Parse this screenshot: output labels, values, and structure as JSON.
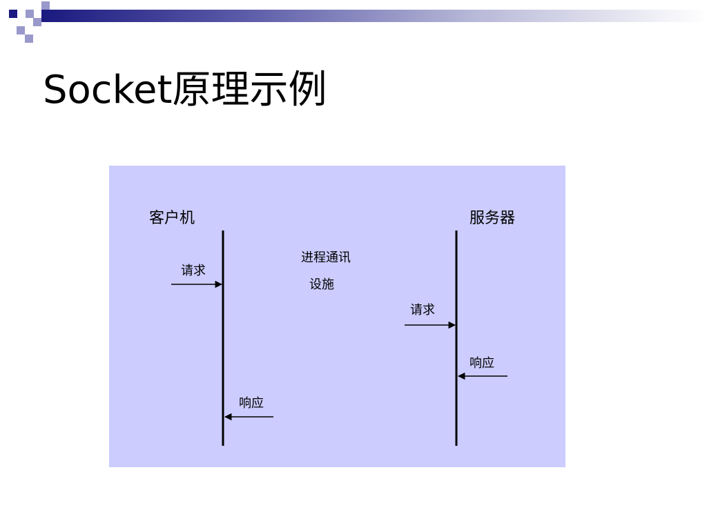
{
  "slide": {
    "title": "Socket原理示例"
  },
  "diagram": {
    "client_label": "客户机",
    "server_label": "服务器",
    "ipc_line1": "进程通讯",
    "ipc_line2": "设施",
    "client_request": "请求",
    "client_response": "响应",
    "server_request": "请求",
    "server_response": "响应"
  },
  "colors": {
    "accent_dark": "#1a1a80",
    "accent_light": "#9999cc",
    "diagram_background": "#ccccff",
    "line_color": "#000000"
  }
}
